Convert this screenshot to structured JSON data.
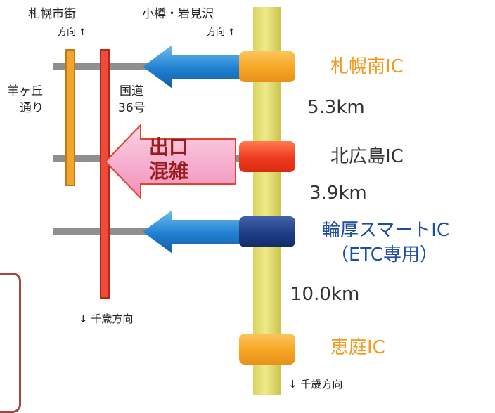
{
  "directions": {
    "sapporo_city": "札幌市街",
    "otaru_iwamizawa": "小樽・岩見沢",
    "toward_up": "方向 ↑",
    "chitose_left": "↓ 千歳方向",
    "chitose_bottom": "↓ 千歳方向"
  },
  "roads": {
    "hitsujigaoka_line1": "羊ヶ丘",
    "hitsujigaoka_line2": "通り",
    "route36_line1": "国道",
    "route36_line2": "36号"
  },
  "congestion": {
    "line1": "出口",
    "line2": "混雑"
  },
  "interchanges": [
    {
      "name": "札幌南IC",
      "color": "#f39a1e"
    },
    {
      "name": "北広島IC",
      "color": "#333333"
    },
    {
      "name": "輪厚スマートIC",
      "sub": "（ETC専用）",
      "color": "#1f4ea0"
    },
    {
      "name": "恵庭IC",
      "color": "#f39a1e"
    }
  ],
  "distances": [
    "5.3km",
    "3.9km",
    "10.0km"
  ],
  "colors": {
    "expressway": "#e3df74",
    "national_route": "#ee4b3b",
    "street": "#f2a52e",
    "arrow_blue": "#1f7fd0",
    "arrow_pink": "#f6a7c8"
  }
}
